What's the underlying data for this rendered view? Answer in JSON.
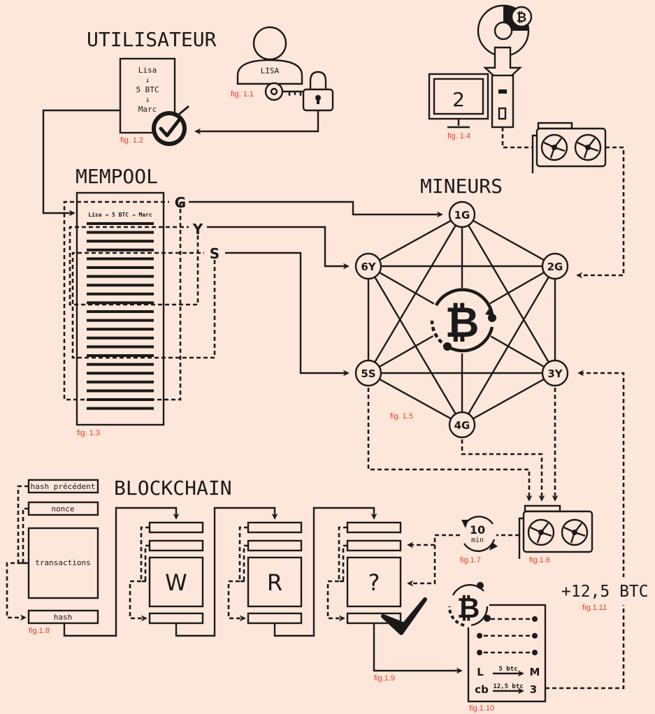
{
  "titles": {
    "user": "UTILISATEUR",
    "mempool": "MEMPOOL",
    "miners": "MINEURS",
    "blockchain": "BLOCKCHAIN"
  },
  "user": {
    "name": "LISA"
  },
  "transaction_card": {
    "from": "Lisa",
    "arrow1": "↓",
    "amount": "5 BTC",
    "arrow2": "↓",
    "to": "Marc"
  },
  "mempool": {
    "first_tx": "Lisa → 5 BTC → Marc",
    "groups": [
      "G",
      "Y",
      "S"
    ]
  },
  "computer": {
    "screen_value": "2"
  },
  "miner_nodes": [
    "1G",
    "2G",
    "3Y",
    "4G",
    "5S",
    "6Y"
  ],
  "timer": {
    "value": "10",
    "unit": "min"
  },
  "reward": {
    "label": "+12,5 BTC"
  },
  "block_legend": {
    "prev_hash": "hash précédent",
    "nonce": "nonce",
    "transactions": "transactions",
    "hash": "hash"
  },
  "blocks": [
    "W",
    "R",
    "?"
  ],
  "candidate_block": {
    "l": "L",
    "m": "M",
    "cb": "cb",
    "three": "3",
    "btc5": "5 btc",
    "btc125": "12,5 btc"
  },
  "figures": {
    "f11": "fig. 1.1",
    "f12": "fig. 1.2",
    "f13": "fig. 1.3",
    "f14": "fig. 1.4",
    "f15": "fig. 1.5",
    "f16": "fig.1.6",
    "f17": "fig.1.7",
    "f18": "fig.1.8",
    "f19": "fig.1.9",
    "f110": "fig.1.10",
    "f111": "fig.1.11"
  },
  "colors": {
    "background": "#fde6da",
    "ink": "#1a1a1a",
    "caption": "#e0402a"
  }
}
